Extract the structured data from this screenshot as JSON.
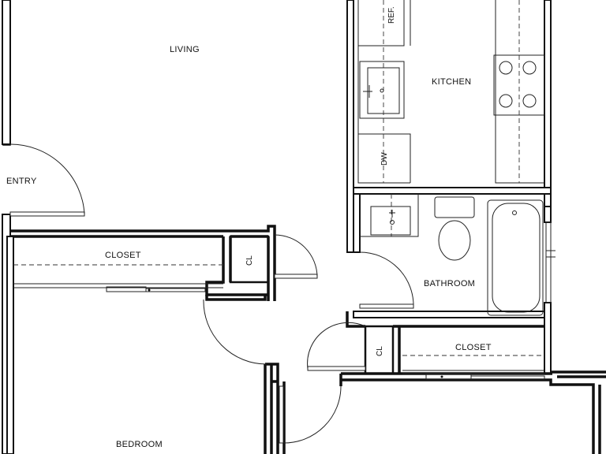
{
  "rooms": {
    "living": "LIVING",
    "kitchen": "KITCHEN",
    "entry": "ENTRY",
    "closet_left": "CLOSET",
    "cl_left": "CL",
    "bathroom": "BATHROOM",
    "closet_right": "CLOSET",
    "cl_right": "CL",
    "bedroom": "BEDROOM"
  },
  "fixtures": {
    "refrigerator": "REF.",
    "dishwasher": "DW"
  }
}
